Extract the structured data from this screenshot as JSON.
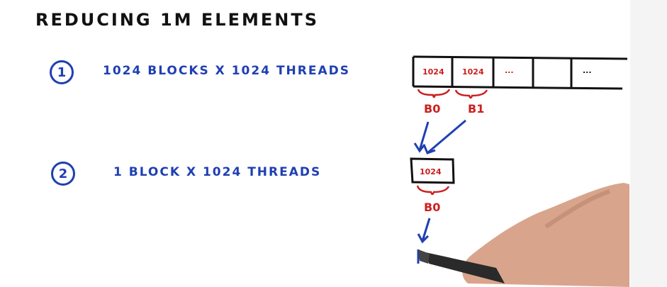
{
  "title": "Reducing 1M Elements",
  "steps": [
    {
      "number": "1",
      "text": "1024 blocks x 1024 threads"
    },
    {
      "number": "2",
      "text": "1 block x 1024 threads"
    }
  ],
  "row1_cells": [
    "1024",
    "1024",
    "...",
    "",
    "..."
  ],
  "row1_braces": [
    "B0",
    "B1"
  ],
  "row2_cell": "1024",
  "row2_brace": "B0",
  "colors": {
    "blue_ink": "#1f3fb2",
    "red_ink": "#cc1f1f",
    "black_ink": "#111111"
  }
}
